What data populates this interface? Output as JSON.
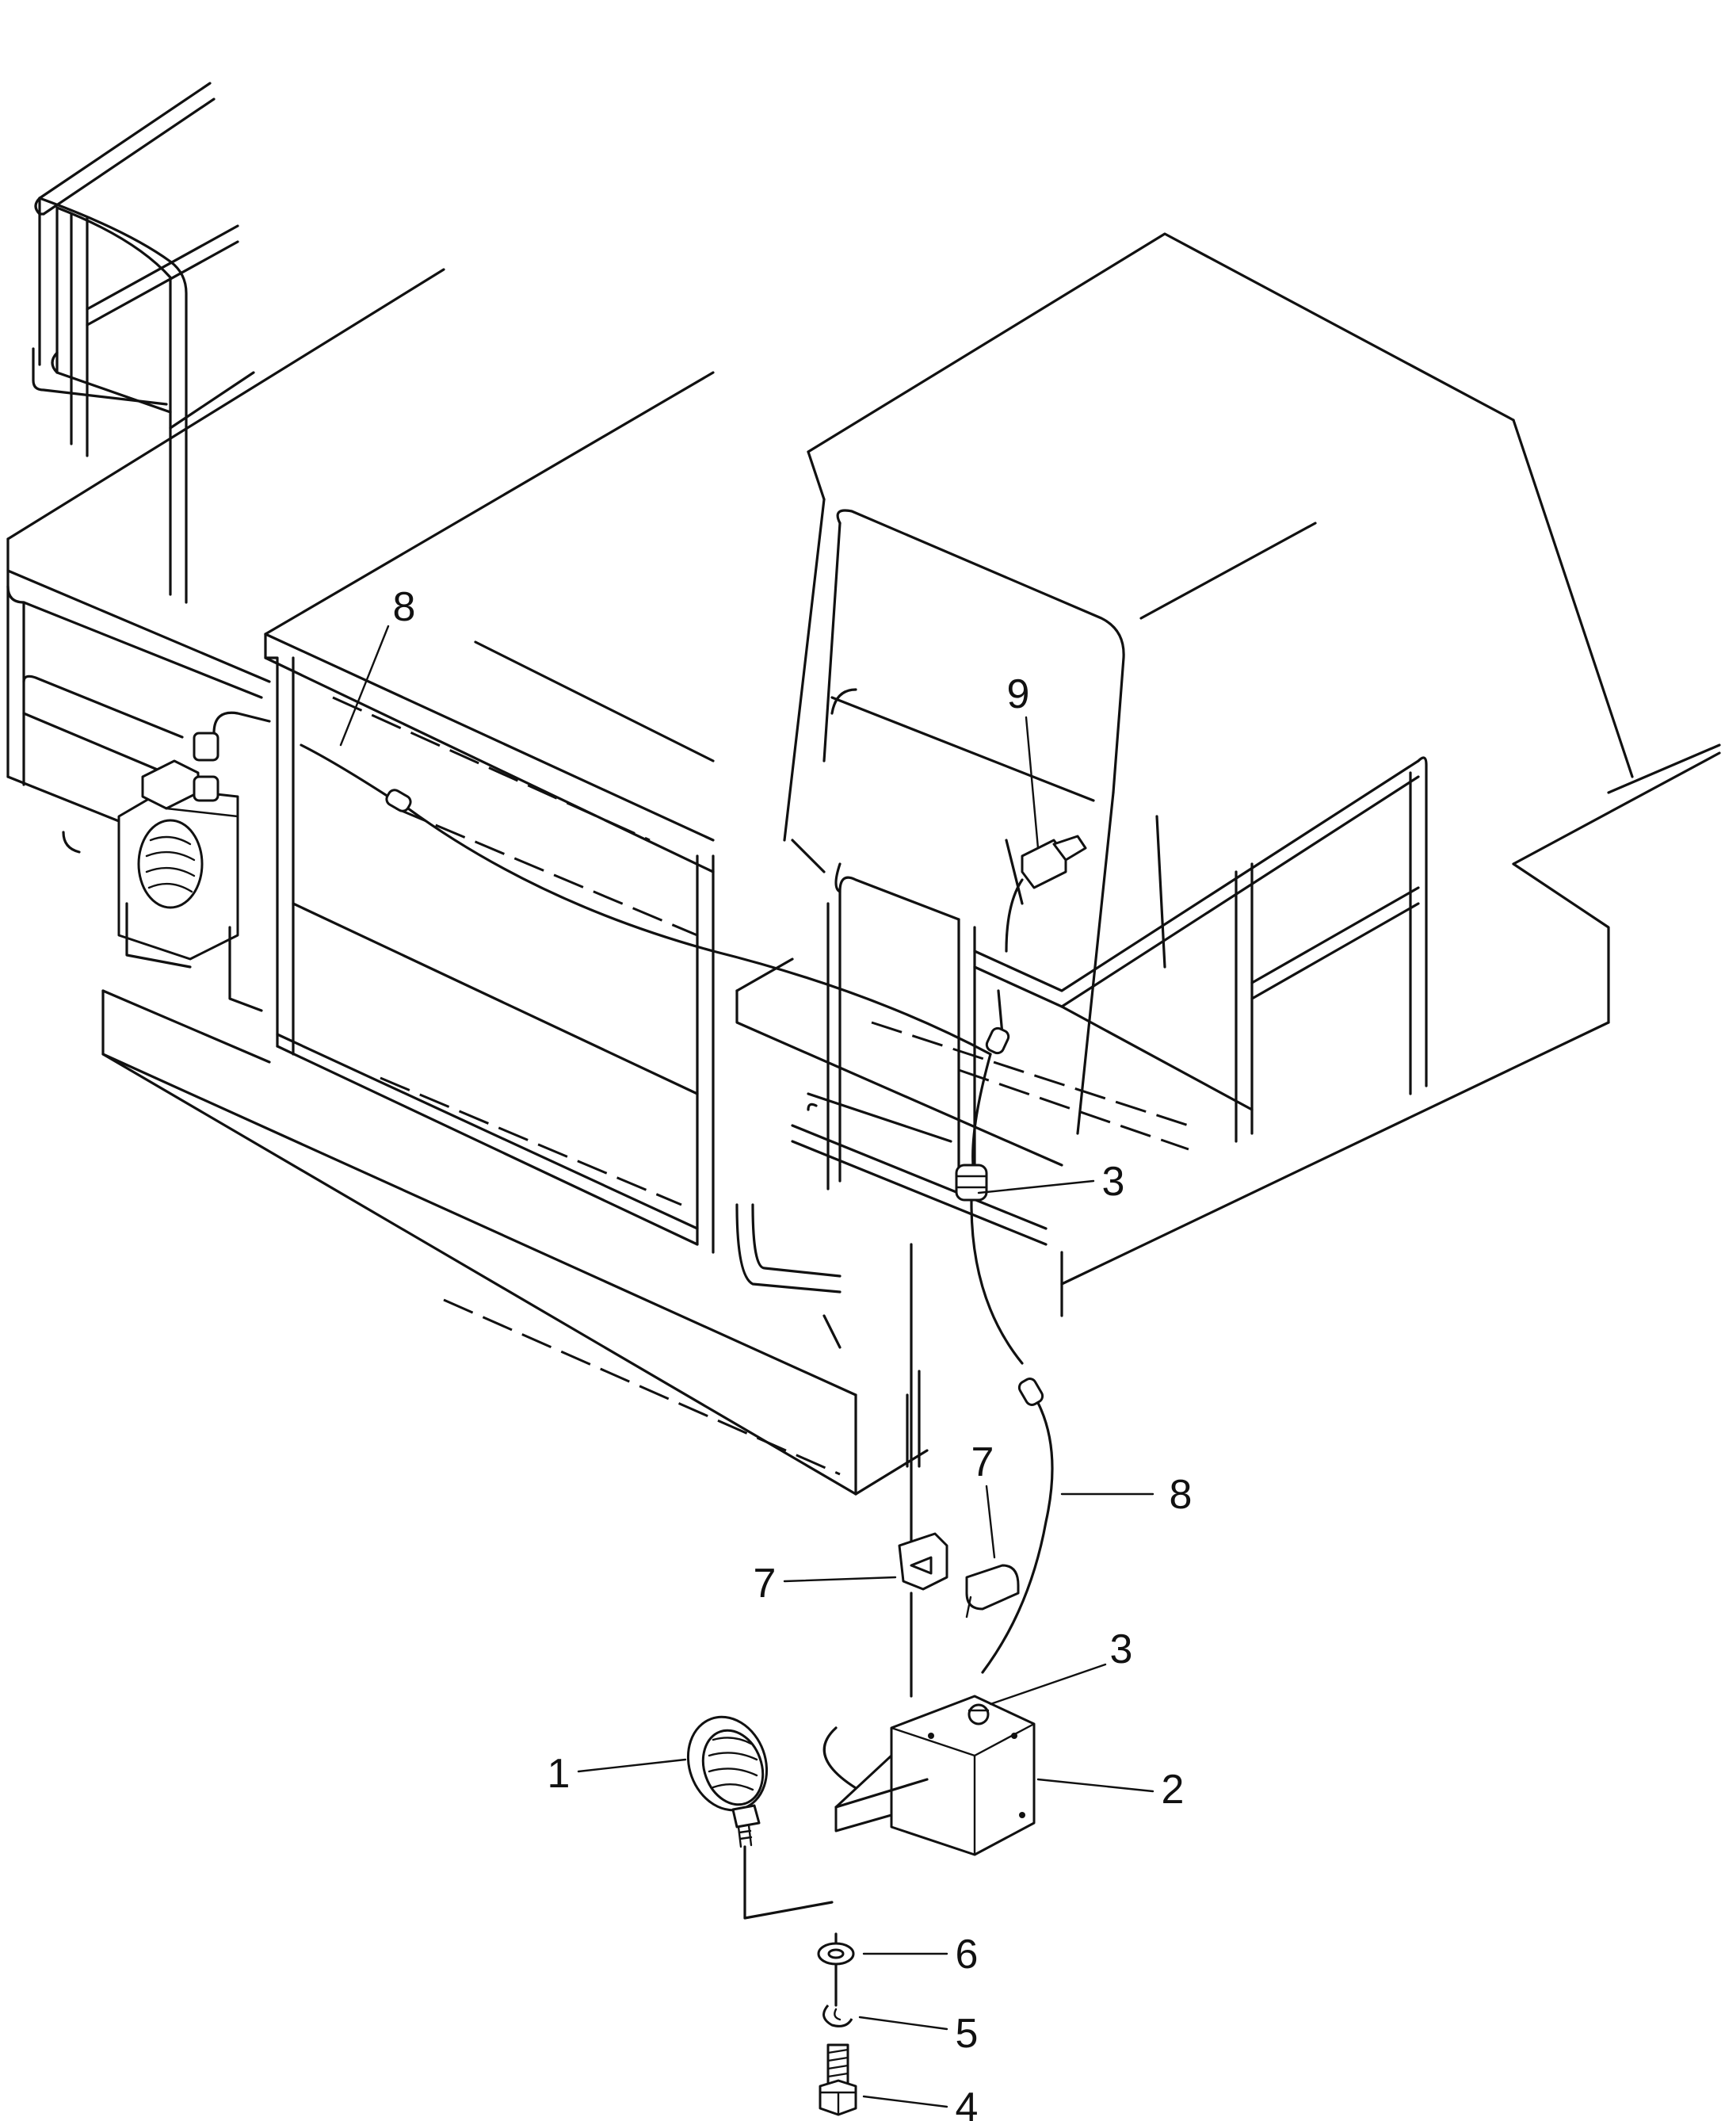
{
  "diagram": {
    "callouts": [
      {
        "id": "c1",
        "label": "1"
      },
      {
        "id": "c2",
        "label": "2"
      },
      {
        "id": "c3a",
        "label": "3"
      },
      {
        "id": "c3b",
        "label": "3"
      },
      {
        "id": "c4",
        "label": "4"
      },
      {
        "id": "c5",
        "label": "5"
      },
      {
        "id": "c6",
        "label": "6"
      },
      {
        "id": "c7a",
        "label": "7"
      },
      {
        "id": "c7b",
        "label": "7"
      },
      {
        "id": "c8a",
        "label": "8"
      },
      {
        "id": "c8b",
        "label": "8"
      },
      {
        "id": "c9",
        "label": "9"
      }
    ]
  }
}
